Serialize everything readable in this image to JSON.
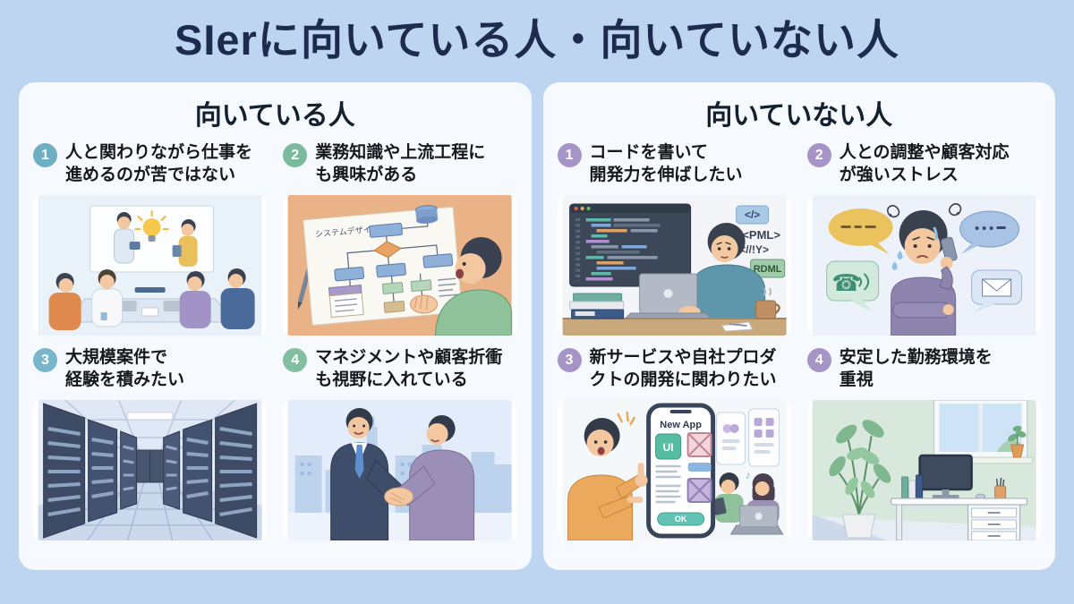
{
  "page": {
    "title": "SIerに向いている人・向いていない人",
    "background_color": "#bdd5f0",
    "panel_background_color": "#f6f9fd",
    "title_color": "#1d2b4e"
  },
  "left_panel": {
    "title": "向いている人",
    "badge_colors": [
      "#6fafc4",
      "#7cba9d",
      "#77b6cb",
      "#82bfa0"
    ],
    "items": [
      {
        "num": "1",
        "line1": "人と関わりながら仕事を",
        "line2": "進めるのが苦ではない",
        "illustration": "team-meeting"
      },
      {
        "num": "2",
        "line1": "業務知識や上流工程に",
        "line2": "も興味がある",
        "illustration": "system-design-flowchart"
      },
      {
        "num": "3",
        "line1": "大規模案件で",
        "line2": "経験を積みたい",
        "illustration": "server-room"
      },
      {
        "num": "4",
        "line1": "マネジメントや顧客折衝",
        "line2": "も視野に入れている",
        "illustration": "business-handshake"
      }
    ]
  },
  "right_panel": {
    "title": "向いていない人",
    "badge_color": "#a694c7",
    "items": [
      {
        "num": "1",
        "line1": "コードを書いて",
        "line2": "開発力を伸ばしたい",
        "illustration": "coding-at-laptop"
      },
      {
        "num": "2",
        "line1": "人との調整や顧客対応",
        "line2": "が強いストレス",
        "illustration": "stressed-phone-call"
      },
      {
        "num": "3",
        "line1": "新サービスや自社プロダ",
        "line2": "クトの開発に関わりたい",
        "illustration": "new-app-development"
      },
      {
        "num": "4",
        "line1": "安定した勤務環境を",
        "line2": "重視",
        "illustration": "calm-office-desk"
      }
    ]
  },
  "illustration_texts": {
    "flowchart_title": "システムデザイ",
    "code_tag_1": "</>",
    "code_tag_2": "<PML>",
    "code_tag_3": "<//!Y>",
    "code_tag_4": "RDML",
    "app_title": "New App",
    "app_ui_button": "UI",
    "app_ok_button": "OK"
  }
}
